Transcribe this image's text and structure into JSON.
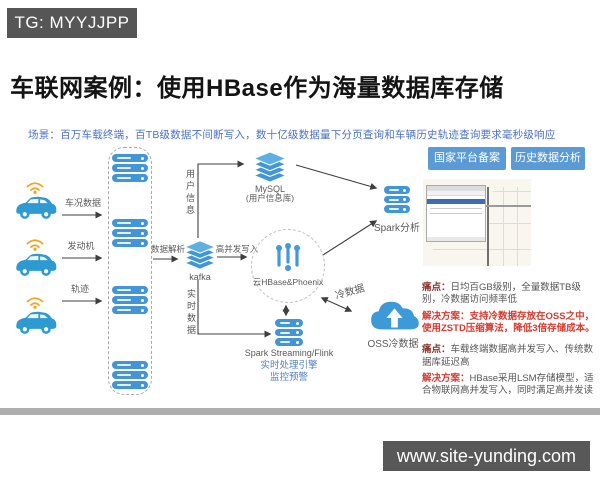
{
  "header": {
    "tg_badge": "TG: MYYJJPP",
    "title": "车联网案例：使用HBase作为海量数据库存储",
    "scene": "场景：百万车载终端，百TB级数据不间断写入，数十亿级数据量下分页查询和车辆历史轨迹查询要求毫秒级响应"
  },
  "diagram": {
    "sources": [
      {
        "label": "车况数据"
      },
      {
        "label": "发动机"
      },
      {
        "label": "轨迹"
      }
    ],
    "parse_label": "数据解析",
    "kafka_label": "kafka",
    "flow_user_info": "用户信息",
    "flow_realtime": "实时数据",
    "mysql_label": "MySQL",
    "mysql_sub": "(用户信息库)",
    "write_label": "高并发写入",
    "hbase_label": "云HBase&Phoenix",
    "spark_analysis_label": "Spark分析",
    "cold_label": "冷数据",
    "oss_label": "OSS冷数据",
    "spark_streaming_label": "Spark Streaming/Flink",
    "engine_lines": [
      "实时处理引擎",
      "监控预警"
    ],
    "badges": [
      "国家平台备案",
      "历史数据分析"
    ]
  },
  "notes": [
    {
      "label": "痛点：",
      "text": "日均百GB级别，全量数据TB级别，冷数据访问频率低"
    },
    {
      "label": "解决方案：",
      "text": "支持冷数据存放在OSS之中，使用ZSTD压缩算法，降低3倍存储成本。"
    },
    {
      "label": "痛点：",
      "text": "车载终端数据高并发写入、传统数据库延迟高"
    },
    {
      "label": "解决方案：",
      "text": "HBase采用LSM存储模型，适合物联网高并发写入，同时满足高并发读"
    }
  ],
  "footer": {
    "site_badge": "www.site-yunding.com"
  },
  "colors": {
    "accent_blue": "#4495d6",
    "badge_blue": "#5b9bd5",
    "scene_blue": "#4a71c8",
    "pain_label": "#8a322b",
    "solution_red": "#d63a2f",
    "watermark_bg": "#565656",
    "wifi_orange": "#f6a21d",
    "divider_gray": "#aeaeae"
  }
}
